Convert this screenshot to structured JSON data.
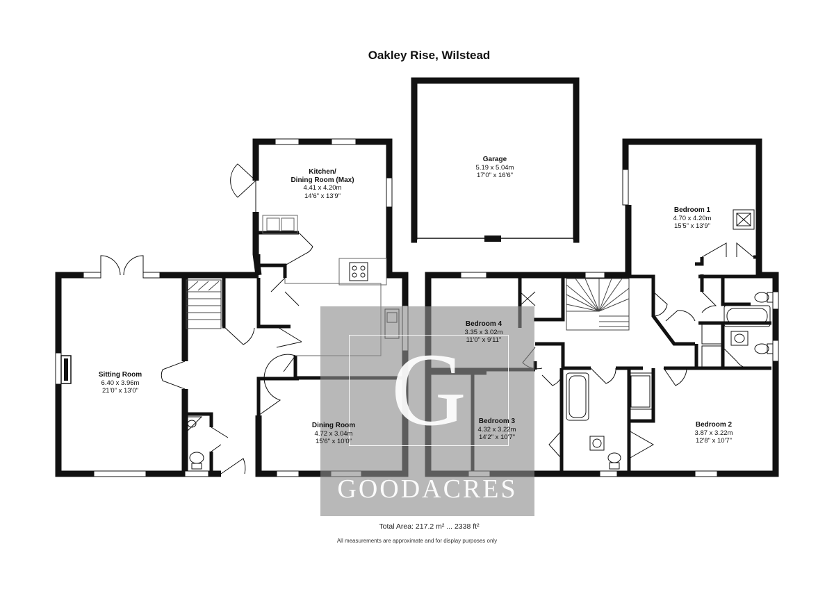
{
  "title": "Oakley Rise, Wilstead",
  "rooms": {
    "garage": {
      "name": "Garage",
      "metric": "5.19 x 5.04m",
      "imperial": "17'0\" x 16'6\""
    },
    "kitchen": {
      "name": "Kitchen/",
      "name2": "Dining Room (Max)",
      "metric": "4.41 x 4.20m",
      "imperial": "14'6\" x 13'9\""
    },
    "sitting": {
      "name": "Sitting Room",
      "metric": "6.40 x 3.96m",
      "imperial": "21'0\" x 13'0\""
    },
    "dining": {
      "name": "Dining Room",
      "metric": "4.72 x 3.04m",
      "imperial": "15'6\" x 10'0\""
    },
    "bedroom1": {
      "name": "Bedroom 1",
      "metric": "4.70 x 4.20m",
      "imperial": "15'5\" x 13'9\""
    },
    "bedroom2": {
      "name": "Bedroom 2",
      "metric": "3.87 x 3.22m",
      "imperial": "12'8\" x 10'7\""
    },
    "bedroom3": {
      "name": "Bedroom 3",
      "metric": "4.32 x 3.22m",
      "imperial": "14'2\" x 10'7\""
    },
    "bedroom4": {
      "name": "Bedroom 4",
      "metric": "3.35 x 3.02m",
      "imperial": "11'0\" x 9'11\""
    }
  },
  "footer": {
    "total_area": "Total Area: 217.2 m² ... 2338 ft²",
    "note": "All measurements are approximate and for display purposes only"
  },
  "watermark": {
    "letter": "G",
    "word": "GOODACRES"
  },
  "colors": {
    "wall": "#111111",
    "watermark": "#8c8c8c"
  }
}
